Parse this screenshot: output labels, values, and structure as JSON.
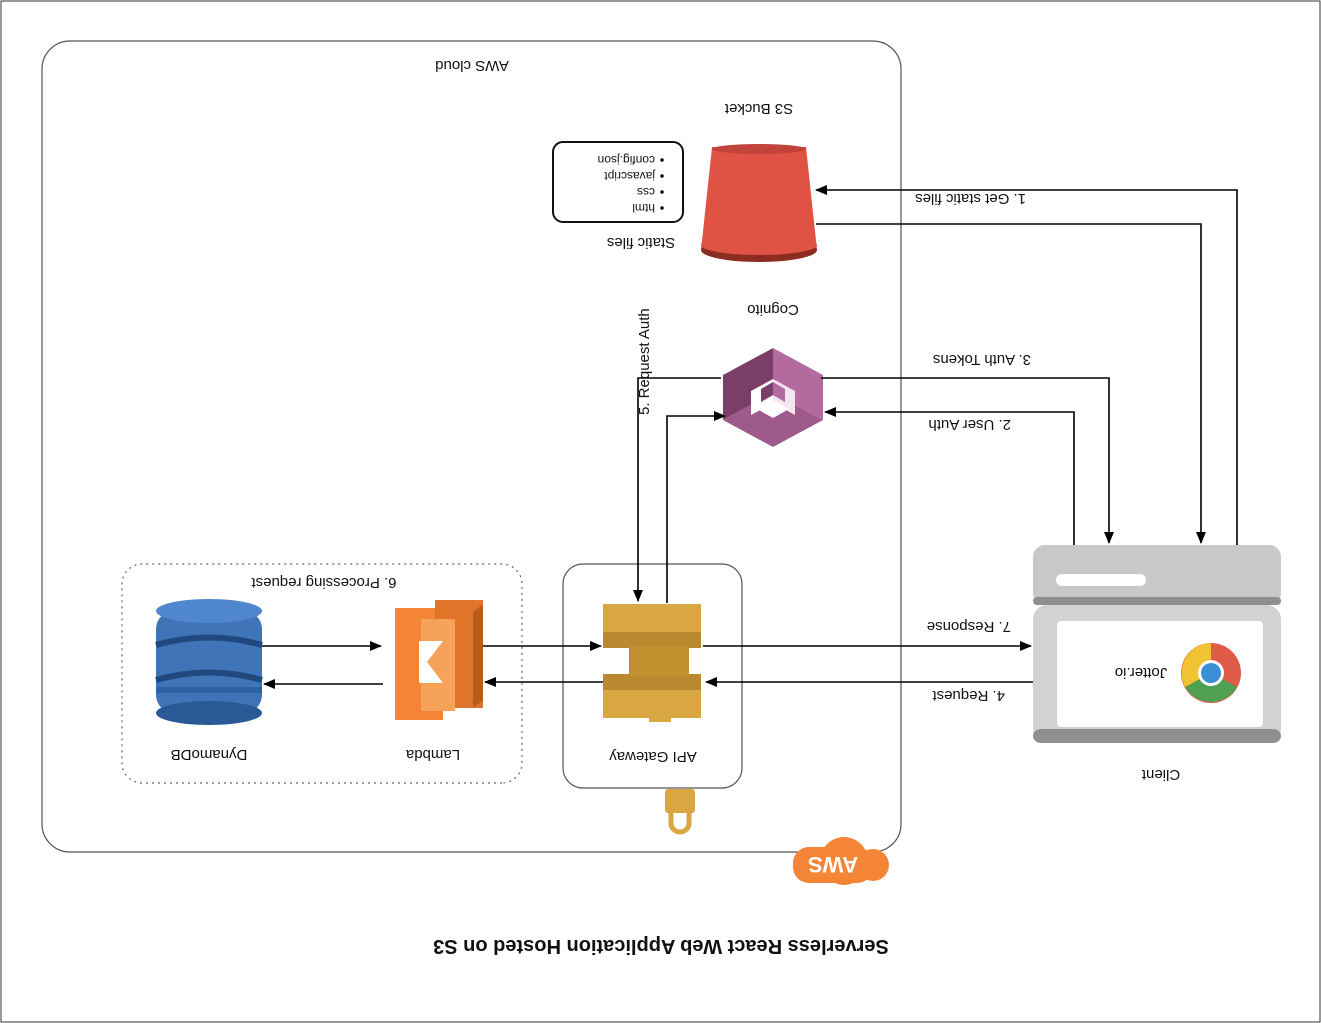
{
  "diagram": {
    "title": "Serverless React Web Application Hosted on S3",
    "aws_cloud_label": "AWS cloud",
    "aws_logo_text": "AWS",
    "nodes": {
      "s3": {
        "label": "S3 Bucket"
      },
      "cognito": {
        "label": "Cognito"
      },
      "api_gateway": {
        "label": "API Gateway"
      },
      "lambda": {
        "label": "Lambda"
      },
      "dynamodb": {
        "label": "DynamoDB"
      },
      "client": {
        "label": "Client",
        "app_name": "Jotter.io"
      }
    },
    "static_files": {
      "label": "Static files",
      "items": [
        "html",
        "css",
        "javascript",
        "config.json"
      ]
    },
    "processing_group_label": "6. Processing request",
    "edges": {
      "get_static_files": "1. Get static files",
      "user_auth": "2. User Auth",
      "auth_tokens": "3. Auth Tokens",
      "request": "4. Request",
      "request_auth": "5. Request Auth",
      "response": "7. Response"
    },
    "colors": {
      "s3": "#e05243",
      "cognito": "#9d5a8a",
      "api_gateway": "#d9a741",
      "lambda": "#f58536",
      "dynamodb": "#3f74b8",
      "aws_logo": "#f58536",
      "client": "#cfcfcf"
    }
  }
}
